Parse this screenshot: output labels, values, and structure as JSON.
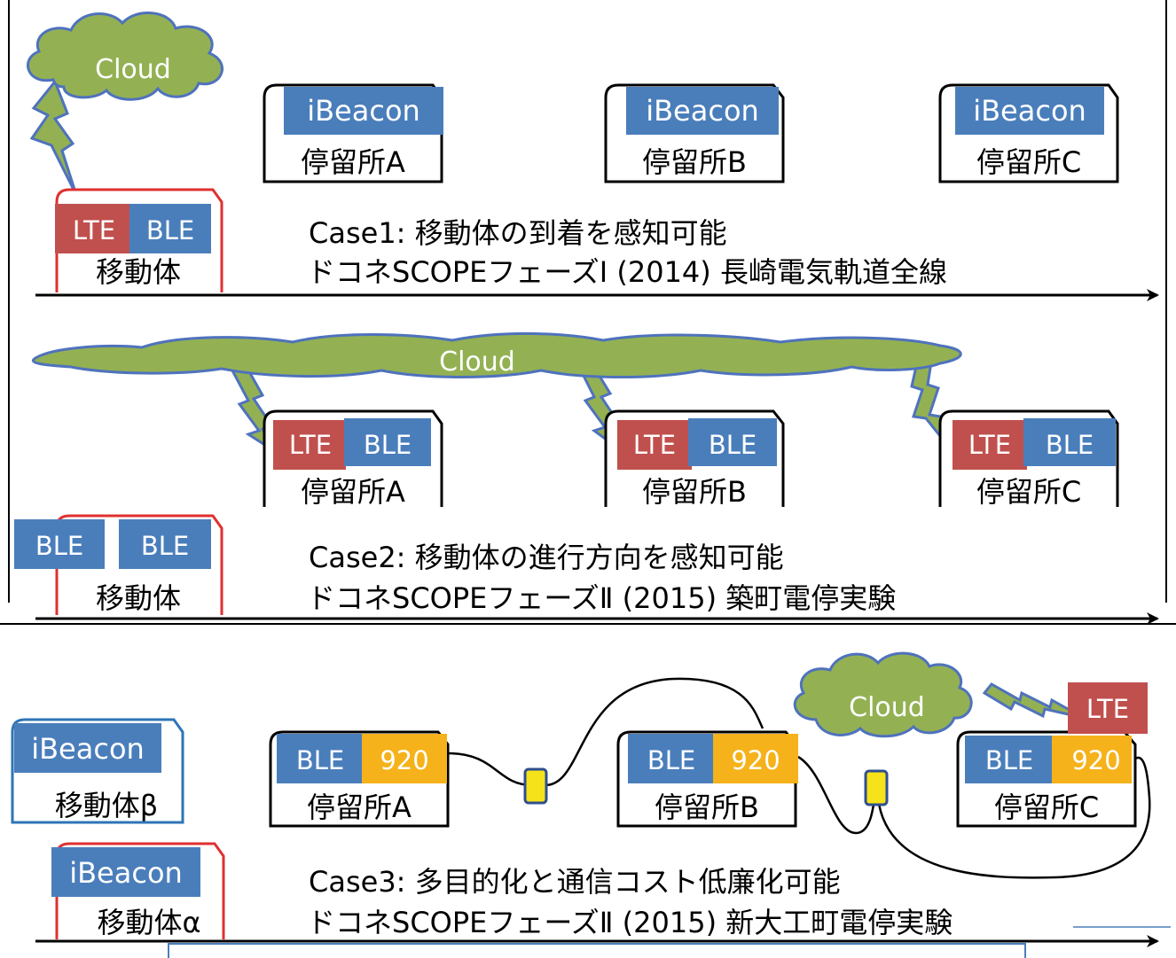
{
  "colors": {
    "cloud_fill": "#93b153",
    "cloud_stroke": "#4f72bd",
    "ble_blue": "#4a7ebb",
    "lte_red": "#c0504d",
    "orange_920": "#f5b21a",
    "node_yellow": "#f5e21a",
    "vehicle_red": "#e03030",
    "vehicle_blue": "#2e75b6"
  },
  "icons": {
    "cloud": "cloud-icon",
    "lightning": "lightning-icon",
    "arrow": "arrow-right-icon",
    "repeater": "repeater-node-icon"
  },
  "case1": {
    "cloud": "Cloud",
    "stops": [
      {
        "module": "iBeacon",
        "name": "停留所A"
      },
      {
        "module": "iBeacon",
        "name": "停留所B"
      },
      {
        "module": "iBeacon",
        "name": "停留所C"
      }
    ],
    "vehicle": {
      "lte": "LTE",
      "ble": "BLE",
      "name": "移動体"
    },
    "title": "Case1: 移動体の到着を感知可能",
    "subtitle": "ドコネSCOPEフェーズⅠ (2014) 長崎電気軌道全線"
  },
  "case2": {
    "cloud": "Cloud",
    "stops": [
      {
        "lte": "LTE",
        "ble": "BLE",
        "name": "停留所A"
      },
      {
        "lte": "LTE",
        "ble": "BLE",
        "name": "停留所B"
      },
      {
        "lte": "LTE",
        "ble": "BLE",
        "name": "停留所C"
      }
    ],
    "vehicle": {
      "ble_left": "BLE",
      "ble_right": "BLE",
      "name": "移動体"
    },
    "title": "Case2: 移動体の進行方向を感知可能",
    "subtitle": "ドコネSCOPEフェーズⅡ (2015) 築町電停実験"
  },
  "case3": {
    "cloud": "Cloud",
    "lte": "LTE",
    "stops": [
      {
        "ble": "BLE",
        "freq": "920",
        "name": "停留所A"
      },
      {
        "ble": "BLE",
        "freq": "920",
        "name": "停留所B"
      },
      {
        "ble": "BLE",
        "freq": "920",
        "name": "停留所C"
      }
    ],
    "vehicle_beta": {
      "module": "iBeacon",
      "name": "移動体β"
    },
    "vehicle_alpha": {
      "module": "iBeacon",
      "name": "移動体α"
    },
    "title": "Case3: 多目的化と通信コスト低廉化可能",
    "subtitle": "ドコネSCOPEフェーズⅡ (2015) 新大工町電停実験"
  }
}
